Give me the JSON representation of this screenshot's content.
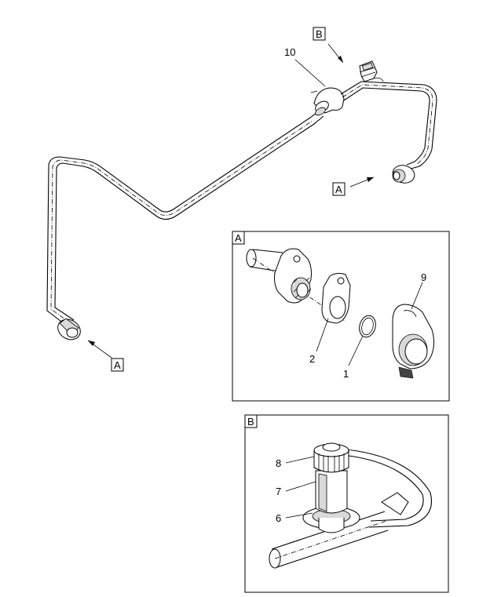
{
  "callouts": {
    "ref_a_top": "A",
    "ref_a_left": "A",
    "ref_b_top": "B",
    "detail_a_tag": "A",
    "detail_b_tag": "B",
    "part_10": "10",
    "part_9": "9",
    "part_2": "2",
    "part_1": "1",
    "part_8": "8",
    "part_7": "7",
    "part_6": "6"
  }
}
